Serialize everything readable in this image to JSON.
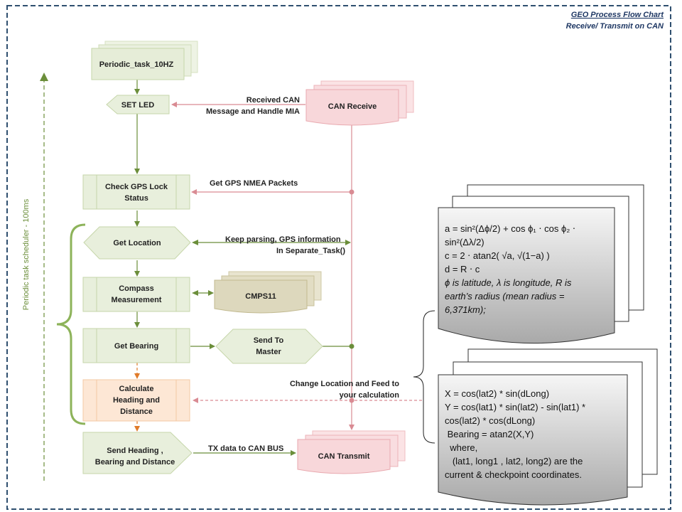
{
  "title": {
    "line1": "GEO Process Flow Chart",
    "line2": "Receive/ Transmit on CAN"
  },
  "scheduler_label": "Periodic task scheduler - 100ms",
  "nodes": {
    "periodic_task": "Periodic_task_10HZ",
    "set_led": "SET LED",
    "can_receive": "CAN Receive",
    "check_gps_1": "Check GPS Lock",
    "check_gps_2": "Status",
    "get_location": "Get Location",
    "compass_1": "Compass",
    "compass_2": "Measurement",
    "cmps11": "CMPS11",
    "get_bearing": "Get Bearing",
    "send_master_1": "Send To",
    "send_master_2": "Master",
    "calc_1": "Calculate",
    "calc_2": "Heading and",
    "calc_3": "Distance",
    "send_heading_1": "Send Heading ,",
    "send_heading_2": "Bearing and Distance",
    "can_transmit": "CAN Transmit"
  },
  "edges": {
    "received_can_1": "Received CAN",
    "received_can_2": "Message and Handle MIA",
    "get_gps_nmea": "Get GPS NMEA Packets",
    "keep_parsing_1": "Keep parsing, GPS information",
    "keep_parsing_2": "In Separate_Task()",
    "change_location_1": "Change Location and Feed to",
    "change_location_2": "your calculation",
    "tx_data": "TX data to CAN BUS"
  },
  "haversine": {
    "l1": "a = sin²(Δϕ/2) + cos ϕ₁ ⋅ cos ϕ₂ ⋅",
    "l2": "sin²(Δλ/2)",
    "l3": "c = 2 ⋅ atan2( √a, √(1−a) )",
    "l4": "d = R ⋅ c",
    "l5": "ϕ is latitude, λ is longitude, R is",
    "l6": "earth’s radius (mean radius =",
    "l7": "6,371km);"
  },
  "bearing": {
    "l1": "X = cos(lat2) * sin(dLong)",
    "l2": "Y = cos(lat1) * sin(lat2) - sin(lat1) *",
    "l3": "cos(lat2) * cos(dLong)",
    "l4": " Bearing = atan2(X,Y)",
    "l5": "  where,",
    "l6": "   (lat1, long1 , lat2, long2) are the",
    "l7": "current & checkpoint coordinates."
  },
  "colors": {
    "frame": "#2f4f6f",
    "green_fill": "#e8efdc",
    "green_stroke": "#b7c99a",
    "green_arrow": "#6b8e3a",
    "pink_fill": "#f8d7da",
    "pink_stroke": "#e9aab0",
    "pink_arrow": "#d98b93",
    "orange_fill": "#fde7d5",
    "orange_arrow": "#e07b2a",
    "tan_fill": "#ddd8bd"
  }
}
